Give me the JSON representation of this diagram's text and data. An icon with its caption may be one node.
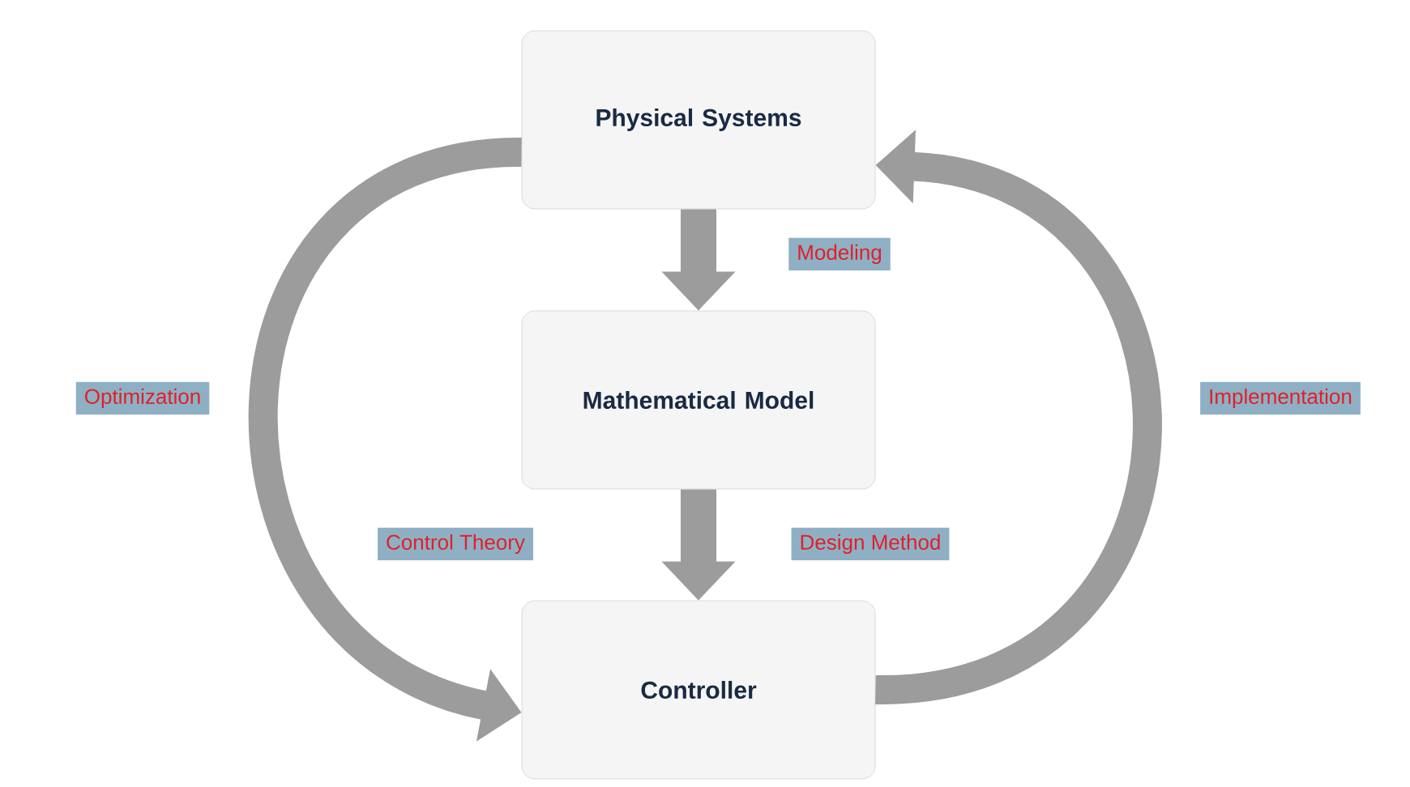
{
  "diagram": {
    "nodes": [
      {
        "text": [
          "Physical Systems"
        ]
      },
      {
        "text": [
          "Mathematical Model"
        ]
      },
      {
        "text": [
          "Controller"
        ]
      }
    ],
    "edges": [
      {
        "from": 0,
        "to": 1,
        "arrow": "to",
        "label": "Modeling"
      },
      {
        "from": 1,
        "to": 2,
        "arrow": "to",
        "label": "Design Method"
      },
      {
        "from": 0,
        "to": 2,
        "arrow": "to",
        "label": "Optimization"
      },
      {
        "from": 2,
        "to": 0,
        "arrow": "to",
        "label": "Implementation"
      }
    ],
    "labels": [
      "Control Theory"
    ]
  }
}
